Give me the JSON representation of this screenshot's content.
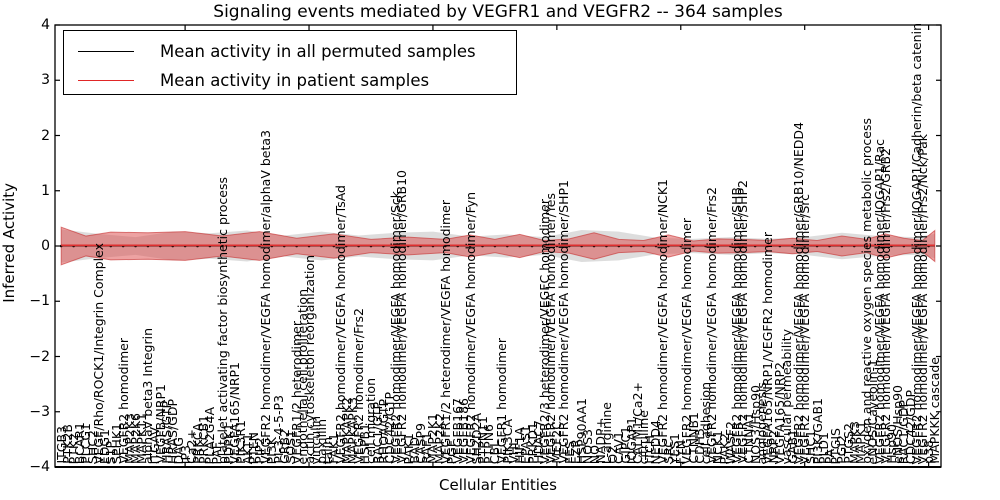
{
  "title": "Signaling events mediated by VEGFR1 and VEGFR2 -- 364 samples",
  "axes": {
    "ylabel": "Inferred Activity",
    "xlabel": "Cellular Entities",
    "yticks": [
      "4",
      "3",
      "2",
      "1",
      "0",
      "−1",
      "−2",
      "−3",
      "−4"
    ]
  },
  "legend": {
    "entries": [
      {
        "label": "Mean activity in all permuted samples",
        "color": "#000000"
      },
      {
        "label": "Mean activity in patient samples",
        "color": "#e02626"
      }
    ]
  },
  "colors": {
    "permuted_line": "#000000",
    "patient_line": "#dd2f2f",
    "patient_band": "rgba(219,70,70,0.50)",
    "patient_band_edge": "rgba(200,55,55,0.65)",
    "permuted_band": "rgba(120,120,120,0.25)",
    "frame": "#000000"
  },
  "chart_data": {
    "type": "line",
    "title": "Signaling events mediated by VEGFR1 and VEGFR2 -- 364 samples",
    "xlabel": "Cellular Entities",
    "ylabel": "Inferred Activity",
    "ylim": [
      -4,
      4
    ],
    "n_samples": 364,
    "frame_xticks": [
      20,
      40,
      60,
      80,
      100,
      120,
      140
    ],
    "series": [
      {
        "name": "Mean activity in all permuted samples",
        "mean": 0.0,
        "color": "#000000",
        "style": "dotted-markers"
      },
      {
        "name": "Mean activity in patient samples",
        "mean": 0.0,
        "color": "#dd2f2f",
        "style": "solid"
      }
    ],
    "band_gray": [
      {
        "x": 0,
        "hw": 0.3
      },
      {
        "x": 6,
        "hw": 0.22
      },
      {
        "x": 12,
        "hw": 0.16
      },
      {
        "x": 18,
        "hw": 0.26
      },
      {
        "x": 24,
        "hw": 0.23
      },
      {
        "x": 30,
        "hw": 0.28
      },
      {
        "x": 36,
        "hw": 0.19
      },
      {
        "x": 42,
        "hw": 0.26
      },
      {
        "x": 48,
        "hw": 0.19
      },
      {
        "x": 54,
        "hw": 0.24
      },
      {
        "x": 60,
        "hw": 0.26
      },
      {
        "x": 66,
        "hw": 0.17
      },
      {
        "x": 72,
        "hw": 0.21
      },
      {
        "x": 78,
        "hw": 0.16
      },
      {
        "x": 84,
        "hw": 0.29
      },
      {
        "x": 90,
        "hw": 0.26
      },
      {
        "x": 96,
        "hw": 0.15
      },
      {
        "x": 102,
        "hw": 0.13
      },
      {
        "x": 108,
        "hw": 0.16
      },
      {
        "x": 114,
        "hw": 0.13
      },
      {
        "x": 120,
        "hw": 0.16
      },
      {
        "x": 126,
        "hw": 0.24
      },
      {
        "x": 132,
        "hw": 0.18
      },
      {
        "x": 138,
        "hw": 0.16
      },
      {
        "x": 141,
        "hw": 0.22
      }
    ],
    "band_red": [
      {
        "x": 0,
        "hw": 0.34
      },
      {
        "x": 4,
        "hw": 0.18
      },
      {
        "x": 8,
        "hw": 0.25
      },
      {
        "x": 14,
        "hw": 0.24
      },
      {
        "x": 20,
        "hw": 0.26
      },
      {
        "x": 26,
        "hw": 0.18
      },
      {
        "x": 32,
        "hw": 0.26
      },
      {
        "x": 38,
        "hw": 0.14
      },
      {
        "x": 44,
        "hw": 0.22
      },
      {
        "x": 50,
        "hw": 0.12
      },
      {
        "x": 56,
        "hw": 0.16
      },
      {
        "x": 62,
        "hw": 0.12
      },
      {
        "x": 66,
        "hw": 0.2
      },
      {
        "x": 70,
        "hw": 0.12
      },
      {
        "x": 74,
        "hw": 0.21
      },
      {
        "x": 78,
        "hw": 0.1
      },
      {
        "x": 82,
        "hw": 0.13
      },
      {
        "x": 86,
        "hw": 0.24
      },
      {
        "x": 90,
        "hw": 0.12
      },
      {
        "x": 94,
        "hw": 0.1
      },
      {
        "x": 98,
        "hw": 0.2
      },
      {
        "x": 102,
        "hw": 0.09
      },
      {
        "x": 106,
        "hw": 0.13
      },
      {
        "x": 110,
        "hw": 0.12
      },
      {
        "x": 114,
        "hw": 0.1
      },
      {
        "x": 118,
        "hw": 0.14
      },
      {
        "x": 122,
        "hw": 0.1
      },
      {
        "x": 126,
        "hw": 0.18
      },
      {
        "x": 130,
        "hw": 0.12
      },
      {
        "x": 133,
        "hw": 0.22
      },
      {
        "x": 136,
        "hw": 0.14
      },
      {
        "x": 139,
        "hw": 0.1
      },
      {
        "x": 141,
        "hw": 0.28
      }
    ],
    "categories": [
      "ITGB3",
      "PTK2B",
      "PTK2",
      "BCAR1",
      "PLCG1",
      "SHC2",
      "VEGF/Rho/ROCK1/Integrin Complex",
      "EDG1",
      "S1P",
      "SPHK1",
      "VEGFR2 homodimer",
      "MAP2K3",
      "MAP2K6",
      "MAPK11",
      "alphaV beta3 Integrin",
      "ITGAV",
      "VEGFB/NRP1",
      "HRAS/GTP",
      "HRAS/GDP",
      "DAG",
      "IP3",
      "Ca2+",
      "PRKCA",
      "PRKCB1",
      "PLA2G4A",
      "PAF",
      "platelet activating factor biosynthetic process",
      "PDPK1",
      "VEGFA165/NRP1",
      "PIK3R1",
      "AKT1",
      "PTEN",
      "PIP2",
      "VEGFR2 homodimer/VEGFA homodimer/alphaV beta3",
      "PI3K",
      "PI-3-4-5-P3",
      "GRB2",
      "SOS1",
      "VEGFR1/2 heterodimer",
      "endothelial cell proliferation",
      "actin cytoskeleton reorganization",
      "vinculin",
      "paxillin",
      "talin",
      "FAK1",
      "VEGFR2 homodimer/VEGFA homodimer/TsAd",
      "MAPKAPK2",
      "MAPKAPK3",
      "VEGFR2 homodimer/Frs2",
      "HSPB1",
      "cell migration",
      "RAC1/GTP",
      "RHOA/GTP",
      "CDC42/GTP",
      "VEGFR2 homodimer/VEGFA homodimer/Sck",
      "VEGFR2 homodimer/VEGFA homodimer/GRB10",
      "PAK1",
      "BAD",
      "CASP9",
      "RAF1",
      "MAP2K1",
      "MAP2K2",
      "VEGFR1/2 heterodimer/VEGFA homodimer",
      "PGF",
      "VEGFB167",
      "VEGFB186",
      "VEGFR2 homodimer/VEGFA homodimer/Fyn",
      "SH2D2A",
      "PTPN11",
      "PTPN6",
      "CBL",
      "VEGFR1 homodimer",
      "PIK3CA",
      "VHL",
      "HIF1A",
      "EPAS1",
      "PRKD1",
      "HDAC7",
      "VEGFR2/3 heterodimer/VEGFC homodimer",
      "VEGFR2 homodimer/VEGFA homodimer/Yes",
      "MEF2C",
      "VEGFR2 homodimer/VEGFA homodimer/SHP1",
      "FES",
      "EZR",
      "HSP90AA1",
      "NOS3",
      "NO",
      "NADP+",
      "L-arginine",
      "O2",
      "CAV1",
      "GIPC1",
      "IQGAP1",
      "CALM1/Ca2+",
      "citrulline",
      "ITCH",
      "NEDD4",
      "VEGFR2 homodimer/VEGFA homodimer/NCK1",
      "SRC",
      "YES1",
      "FYN",
      "VEGFR2 homodimer/VEGFA homodimer",
      "CTNNB1",
      "CDH5",
      "cell adhesion",
      "VEGFR2 homodimer/VEGFA homodimer/Frs2",
      "NCK1",
      "PAK2",
      "WASF2",
      "VEGFR2 homodimer/VEGFA homodimer/SHB",
      "VEGFR2 homodimer/VEGFA homodimer/SHP2",
      "CTNNA1",
      "NOS3/Hsp90",
      "angiogenesis",
      "VEGFA165/NRP1/VEGFR2 homodimer",
      "NRP2",
      "VEGFA165/NRP2",
      "vascular permeability",
      "GAB1",
      "VEGFR2 homodimer/VEGFA homodimer/GRB10/NEDD4",
      "VEGFR2 homodimer/VEGFA homodimer/Src",
      "SHC1",
      "PI3K/GAB1",
      "PLD1",
      "PA",
      "PTGIS",
      "PGI2",
      "PTGS2",
      "MAPK3",
      "MAPK1",
      "oxygen and reactive oxygen species metabolic process",
      "eNOS/Caveolin-1",
      "VEGFR2 homodimer/VEGFA homodimer/IQGAP1/Rac",
      "VEGFR2 homodimer/VEGFA homodimer/Frs2/GRB2",
      "Hsp90",
      "eNOS/Hsp90",
      "RAC1/GDP",
      "CDC42/GDP",
      "VEGFR2 homodimer/VEGFA homodimer/IQGAP1/Cadherin/beta catenin",
      "VEGFR2 homodimer/VEGFA homodimer/Frs2/Nck/Pak",
      "p38",
      "MAPKKK cascade"
    ]
  }
}
